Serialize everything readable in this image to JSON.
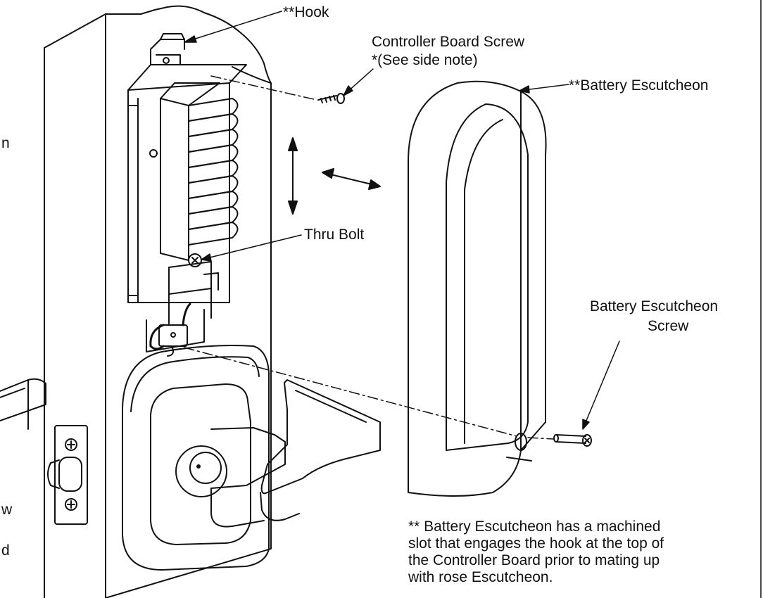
{
  "labels": {
    "hook": "**Hook",
    "controller_board_screw": "Controller Board Screw",
    "see_side_note": "*(See side note)",
    "battery_escutcheon": "**Battery Escutcheon",
    "thru_bolt": "Thru Bolt",
    "battery_escutcheon_screw_line1": "Battery Escutcheon",
    "battery_escutcheon_screw_line2": "Screw"
  },
  "side_note": "** Battery Escutcheon has a machined\nslot that engages the hook at the top of\nthe Controller Board prior to mating up\nwith rose Escutcheon.",
  "cropped_fragments": [
    "n",
    "w",
    "d"
  ]
}
